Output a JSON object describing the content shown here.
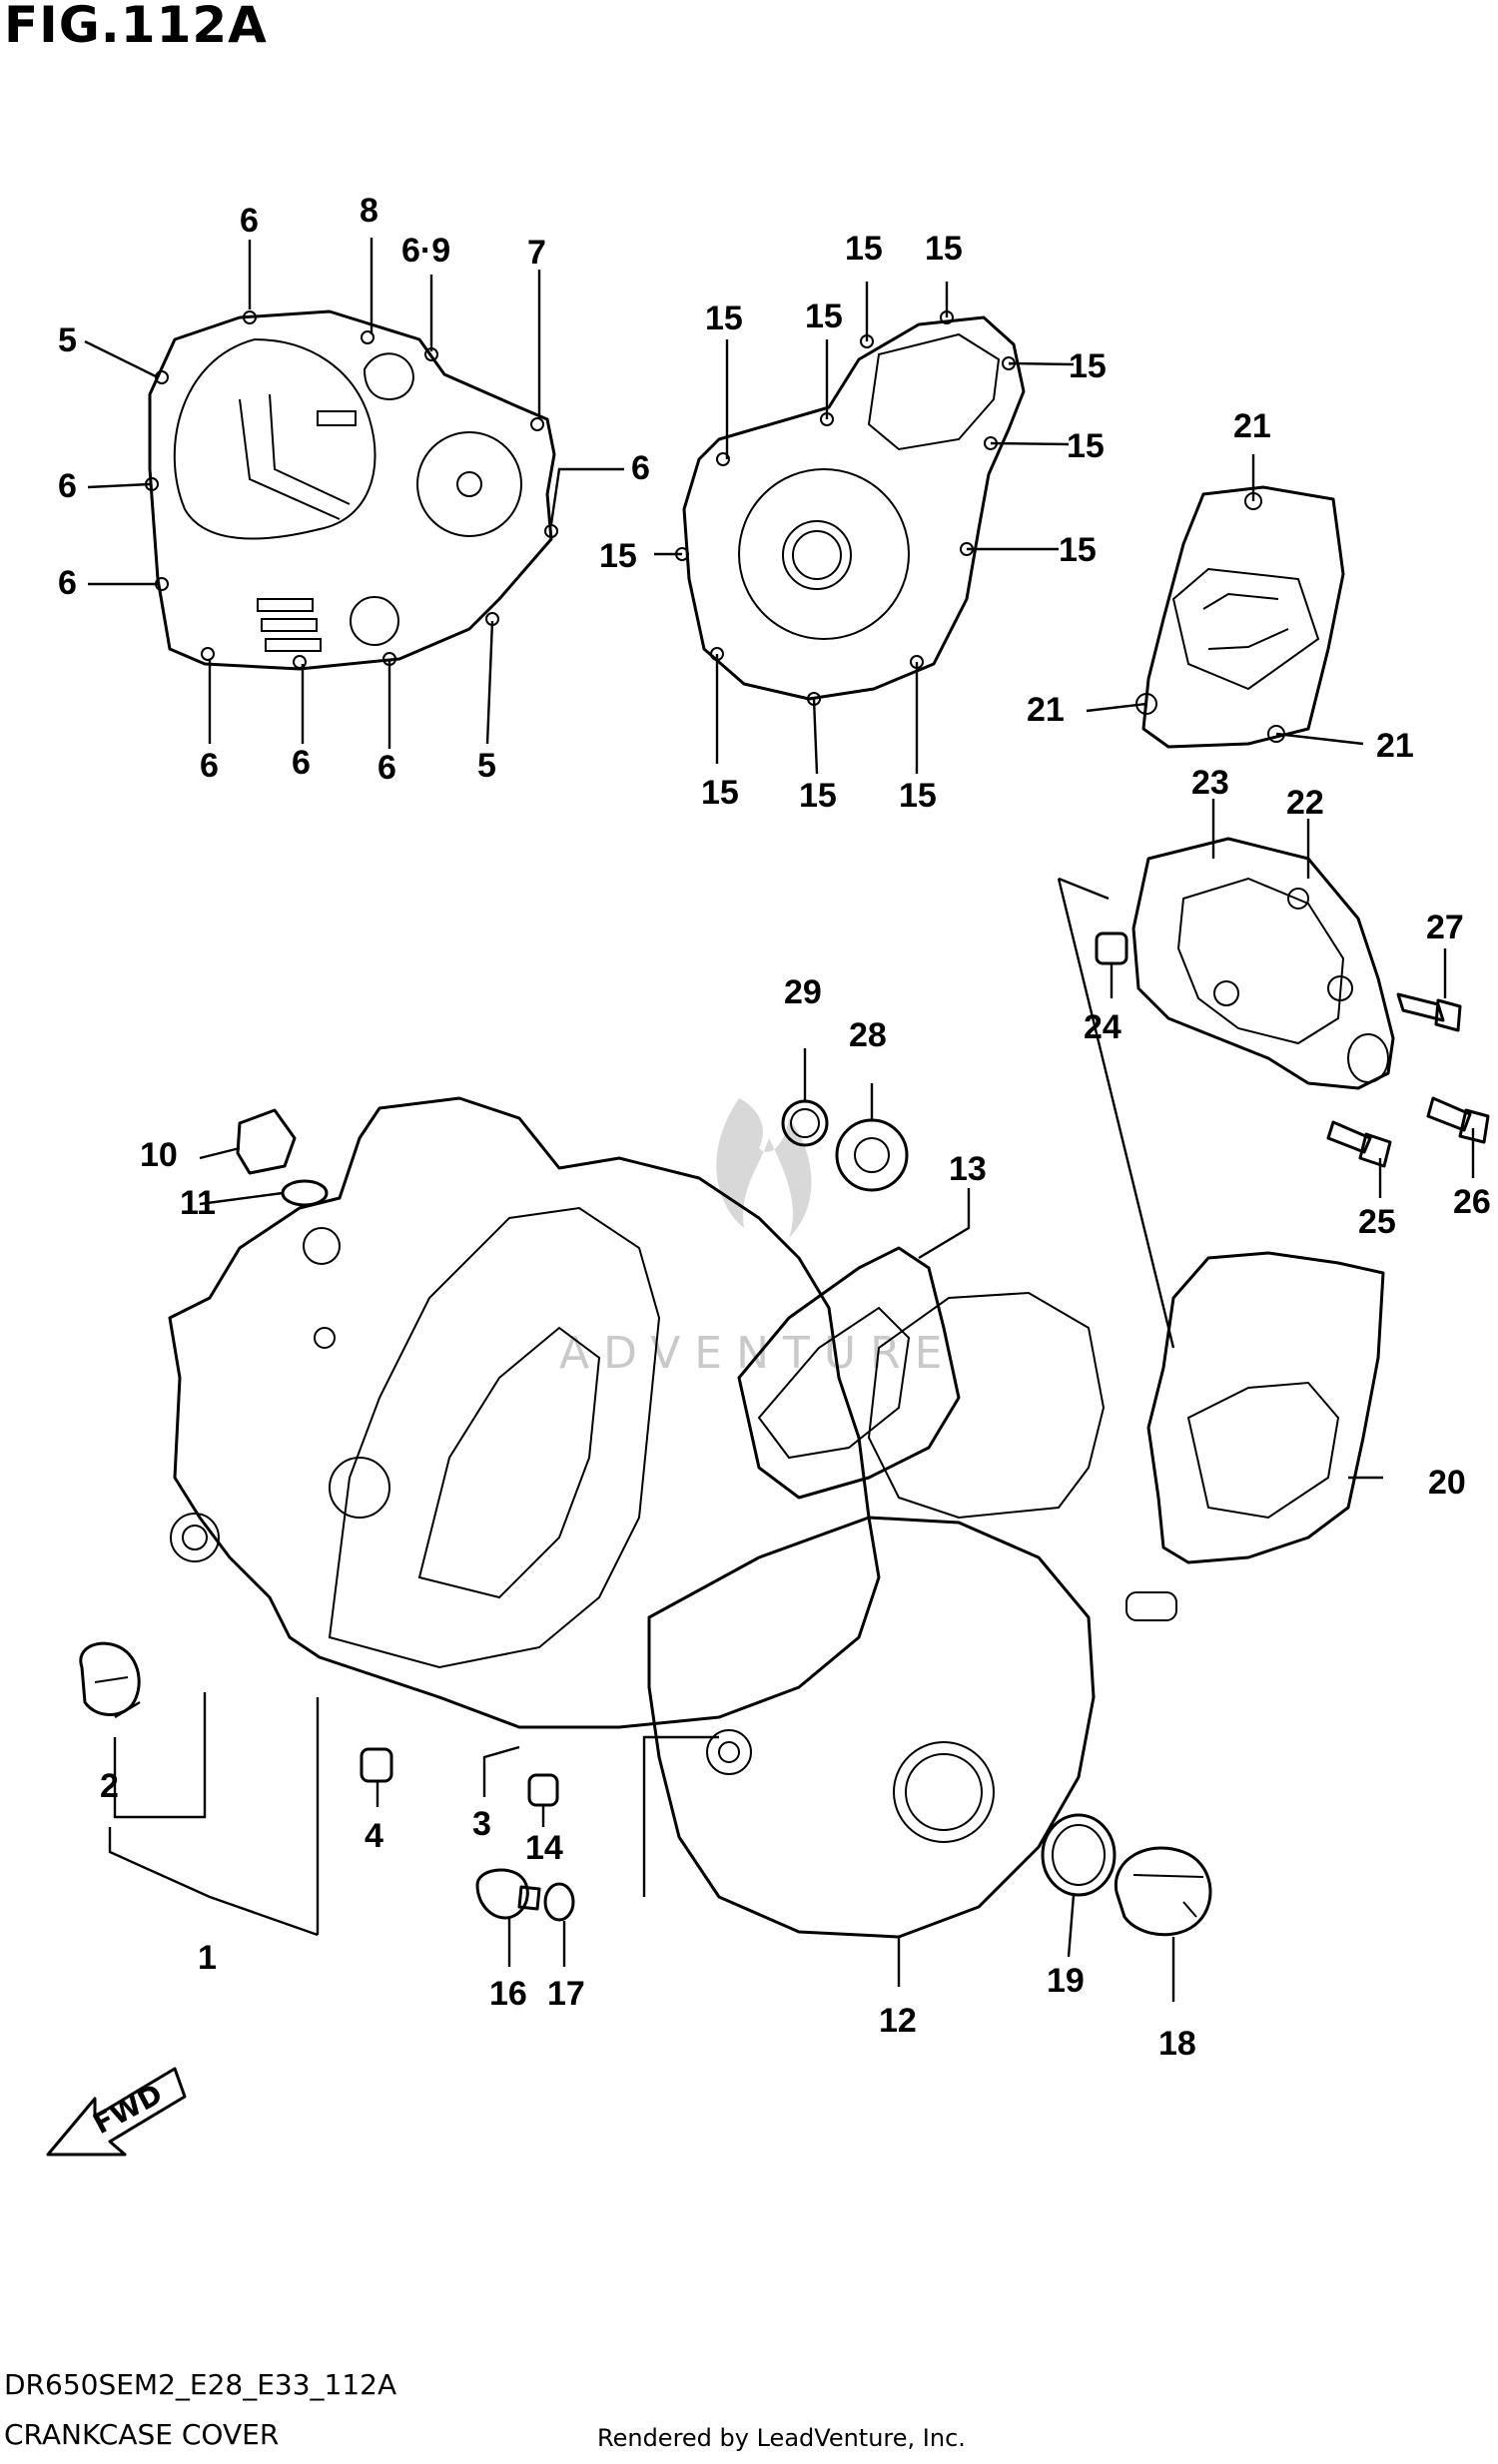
{
  "figure": {
    "title": "FIG.112A"
  },
  "footer": {
    "model_code": "DR650SEM2_E28_E33_112A",
    "section_name": "CRANKCASE COVER",
    "credit": "Rendered by LeadVenture, Inc."
  },
  "watermark": {
    "text": "ADVENTURE"
  },
  "direction_arrow": {
    "label": "FWD"
  },
  "callouts": {
    "c1": "1",
    "c2": "2",
    "c3": "3",
    "c4": "4",
    "c5a": "5",
    "c5b": "5",
    "c6a": "6",
    "c6b": "6",
    "c6c": "6",
    "c6d": "6",
    "c6e": "6",
    "c6f": "6",
    "c6g": "6",
    "c69": "6·9",
    "c7": "7",
    "c8": "8",
    "c10": "10",
    "c11": "11",
    "c12": "12",
    "c13": "13",
    "c14": "14",
    "c15a": "15",
    "c15b": "15",
    "c15c": "15",
    "c15d": "15",
    "c15e": "15",
    "c15f": "15",
    "c15g": "15",
    "c15h": "15",
    "c15i": "15",
    "c15j": "15",
    "c15k": "15",
    "c16": "16",
    "c17": "17",
    "c18": "18",
    "c19": "19",
    "c20": "20",
    "c21a": "21",
    "c21b": "21",
    "c21c": "21",
    "c22": "22",
    "c23": "23",
    "c24": "24",
    "c25": "25",
    "c26": "26",
    "c27": "27",
    "c28": "28",
    "c29": "29"
  }
}
